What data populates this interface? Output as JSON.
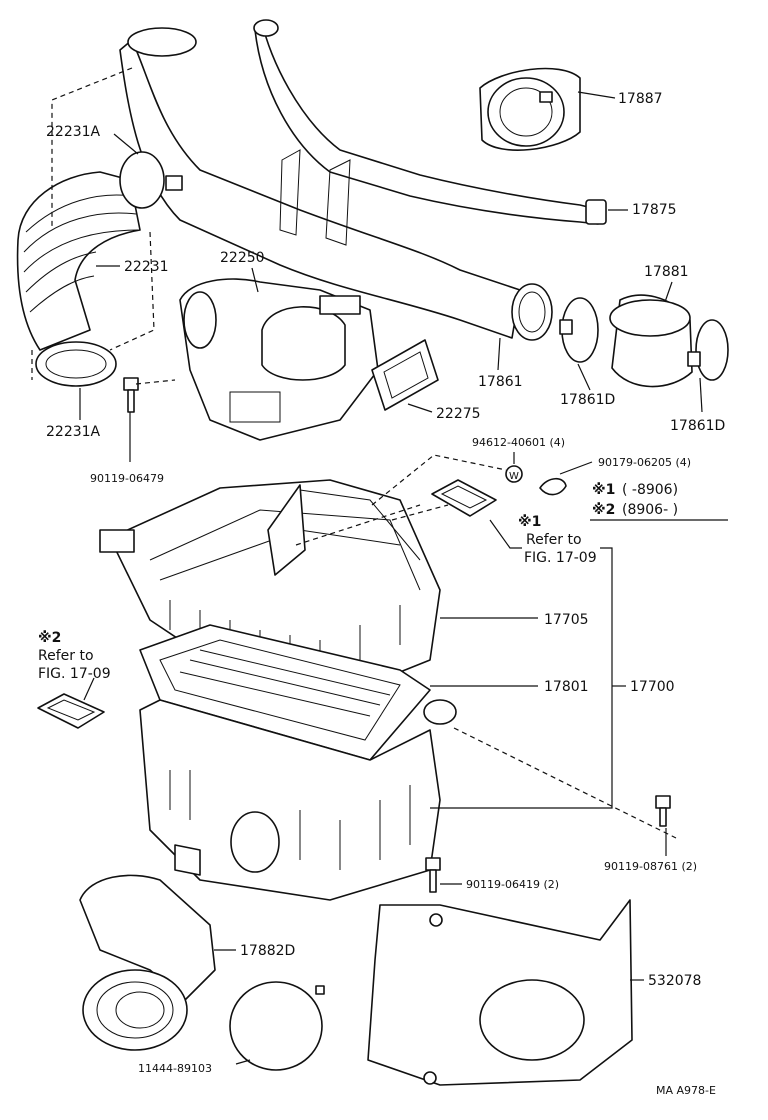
{
  "parts": {
    "p17887": "17887",
    "p17875": "17875",
    "p22231a_top": "22231A",
    "p22231": "22231",
    "p22231a_bottom": "22231A",
    "p22250": "22250",
    "p17881": "17881",
    "p17861": "17861",
    "p17861d_a": "17861D",
    "p17861d_b": "17861D",
    "p22275": "22275",
    "p90119_06479": "90119-06479",
    "p94612_40601": "94612-40601 (4)",
    "p90179_06205": "90179-06205 (4)",
    "p17705": "17705",
    "p17801": "17801",
    "p17700": "17700",
    "p90119_08761": "90119-08761 (2)",
    "p90119_06419": "90119-06419 (2)",
    "p17882d": "17882D",
    "p532078": "532078",
    "p11444_89103": "11444-89103"
  },
  "notes": {
    "n1_mark": "※1",
    "n1_range": "(     -8906)",
    "n2_mark": "※2",
    "n2_range": "(8906-      )",
    "ref1_mark": "※1",
    "ref1_line1": "Refer to",
    "ref1_line2": "FIG. 17-09",
    "ref2_mark": "※2",
    "ref2_line1": "Refer to",
    "ref2_line2": "FIG. 17-09",
    "w_symbol": "W"
  },
  "footer": {
    "code": "MA  A978-E"
  }
}
